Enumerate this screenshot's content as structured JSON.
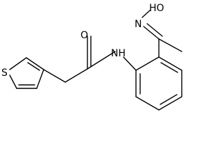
{
  "molecule": {
    "atom_labels": {
      "oh": "HO",
      "oxime_n": "N",
      "carbonyl_o": "O",
      "amide_nh": "NH",
      "thiophene_s": "S"
    }
  }
}
